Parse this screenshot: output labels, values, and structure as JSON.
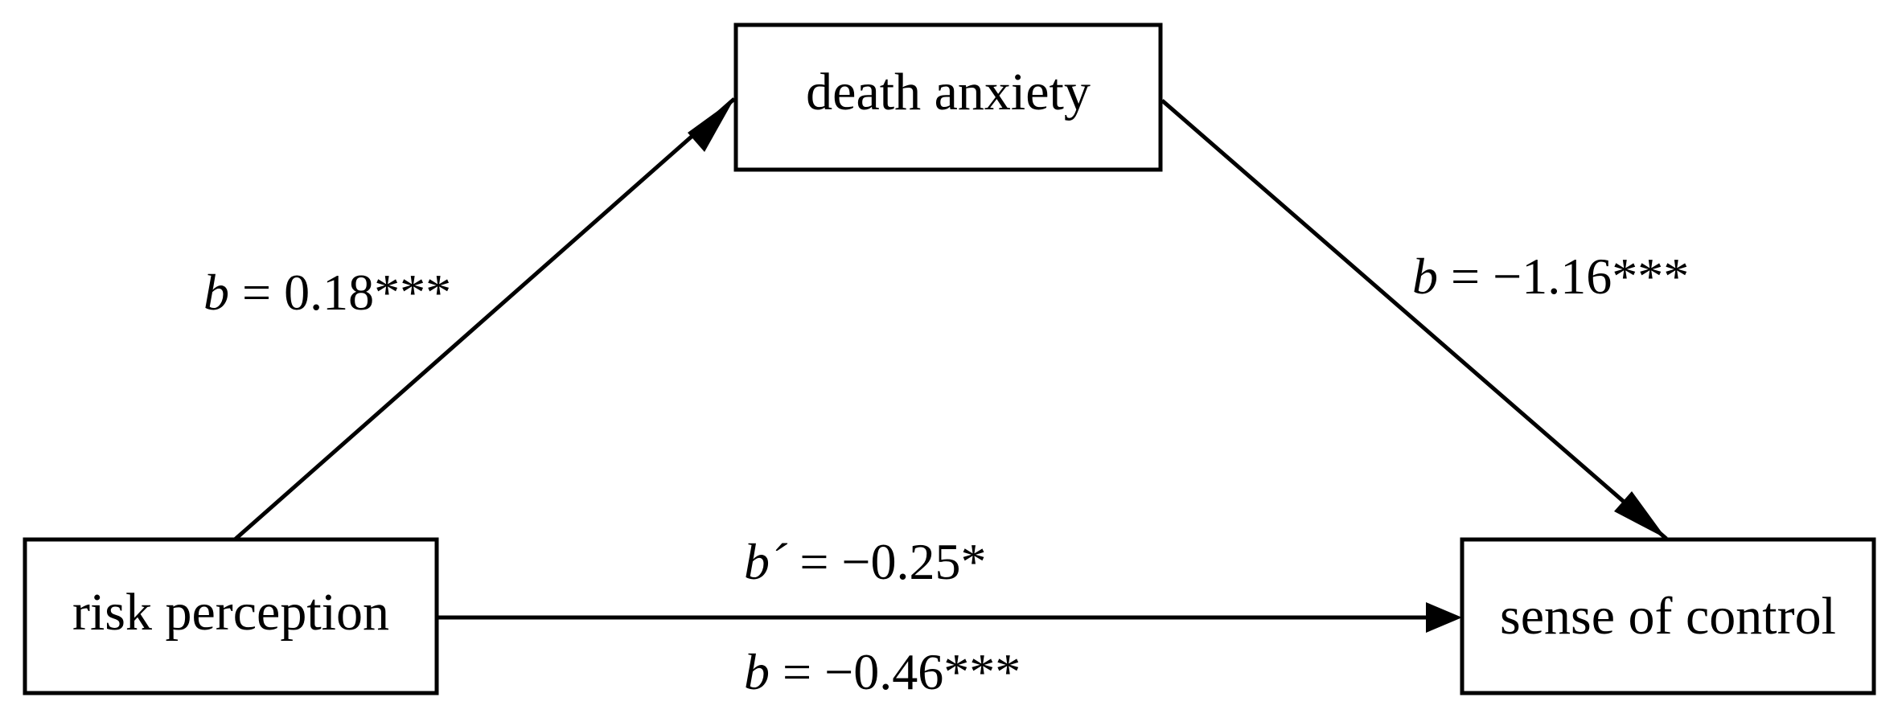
{
  "nodes": {
    "mediator": {
      "label": "death anxiety"
    },
    "predictor": {
      "label": "risk perception"
    },
    "outcome": {
      "label": "sense of control"
    }
  },
  "paths": {
    "a": {
      "symbol": "b",
      "text": " = 0.18***"
    },
    "b": {
      "symbol": "b",
      "text": " = −1.16***"
    },
    "direct": {
      "symbol": "b´",
      "text": " = −0.25*"
    },
    "total": {
      "symbol": "b",
      "text": " = −0.46***"
    }
  },
  "colors": {
    "stroke": "#000000",
    "background": "#ffffff"
  }
}
